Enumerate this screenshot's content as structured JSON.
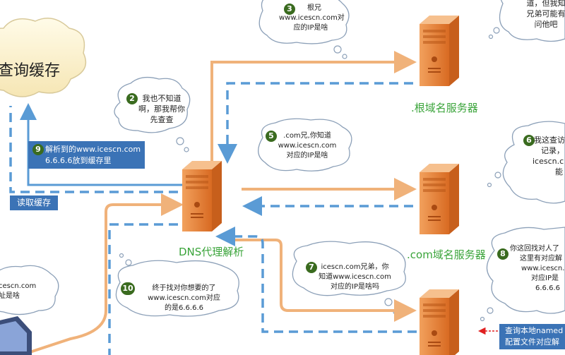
{
  "cache_cloud": {
    "label": "查询缓存"
  },
  "servers": {
    "root": {
      "label": ".根域名服务器"
    },
    "dns": {
      "label": "DNS代理解析"
    },
    "com": {
      "label": ".com域名服务器"
    }
  },
  "bubbles": {
    "b2": {
      "num": "2",
      "lines": [
        "我也不知道",
        "啊，那我帮你",
        "先查查"
      ]
    },
    "b3": {
      "num": "3",
      "lines": [
        "根兄",
        "www.icescn.com对",
        "应的IP是啥"
      ]
    },
    "b4": {
      "lines": [
        "道，但我知",
        "兄弟可能有",
        "问他吧"
      ]
    },
    "b5": {
      "num": "5",
      "lines": [
        ".com兄,你知道",
        "www.icescn.com",
        "对应的IP是啥"
      ]
    },
    "b6": {
      "num": "6",
      "lines": [
        "我这查访",
        "记录，",
        "icescn.c",
        "能"
      ]
    },
    "b7": {
      "num": "7",
      "lines": [
        "icescn.com兄弟，你",
        "知道www.icescn.com",
        "对应的IP是啥吗"
      ]
    },
    "b8": {
      "num": "8",
      "lines": [
        "你这回找对人了",
        "这里有对应解",
        "www.icescn.",
        "对应IP是",
        "6.6.6.6"
      ]
    },
    "b10": {
      "num": "10",
      "lines": [
        "终于找对你想要的了",
        "www.icescn.com对应",
        "的是6.6.6.6"
      ]
    },
    "b1": {
      "lines": [
        "cescn.com",
        "址是啥"
      ]
    }
  },
  "boxes": {
    "b9": {
      "num": "9",
      "lines": [
        "解析到的www.icescn.com",
        "6.6.6.6放到缓存里"
      ]
    },
    "read_cache": {
      "label": "读取缓存"
    },
    "local_query": {
      "lines": [
        "查询本地named",
        "配置文件对应解"
      ]
    }
  },
  "colors": {
    "orange_arrow": "#f0b27a",
    "blue_arrow": "#5a9bd5",
    "server_orange": "#e8853b",
    "green_label": "#3aa43a",
    "badge_green": "#3a6b1f",
    "box_blue": "#3b73b6"
  }
}
